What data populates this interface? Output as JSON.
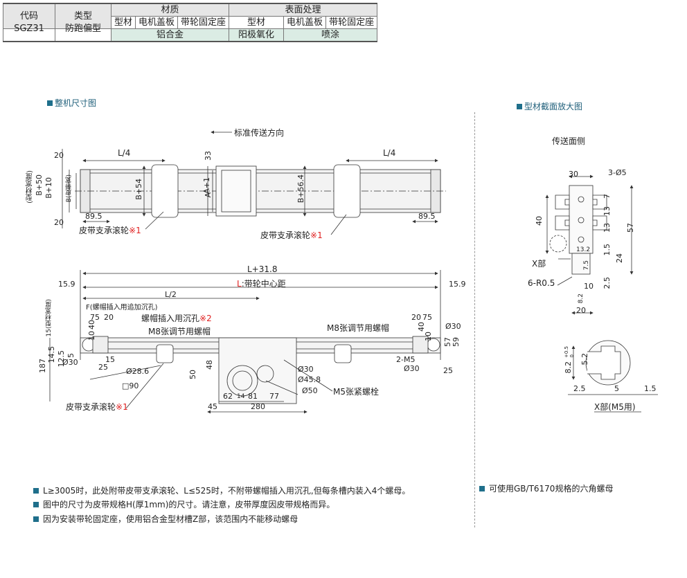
{
  "spec_table": {
    "headers": {
      "code": "代码",
      "type": "类型",
      "material": "材质",
      "surface": "表面处理"
    },
    "subheaders": {
      "mat_profile": "型材",
      "mat_cover": "电机盖板",
      "mat_seat": "带轮固定座",
      "sur_profile": "型材",
      "sur_cover": "电机盖板",
      "sur_seat": "带轮固定座"
    },
    "row": {
      "code": "SGZ31",
      "type": "防跑偏型",
      "material": "铝合金",
      "sur_profile": "阳极氧化",
      "sur_other": "喷涂"
    }
  },
  "sections": {
    "overall": "整机尺寸图",
    "profile": "型材截面放大图"
  },
  "top_view": {
    "direction": "标准传送方向",
    "left_dim_20_top": "20",
    "left_dim_20_bottom": "20",
    "side_label_1": "(型材宽度)",
    "side_label_2": "B+50",
    "side_label_3": "B+10",
    "side_label_4": "B(皮带宽)",
    "l4_left": "L/4",
    "l4_right": "L/4",
    "dim_89_left": "89.5",
    "dim_89_right": "89.5",
    "dim_b54": "B+54",
    "dim_b564": "B+56.4",
    "dim_33": "33",
    "dim_a1": "A+1",
    "dim_a": "A",
    "roller_label_left": "皮带支承滚轮",
    "roller_label_right": "皮带支承滚轮",
    "roller_mark": "※1"
  },
  "front_view": {
    "l318": "L+31.8",
    "l_label": "L",
    "l_center": ":带轮中心距",
    "d159_left": "15.9",
    "d159_right": "15.9",
    "l2": "L/2",
    "f_label": "F(螺帽插入用追加沉孔)",
    "side_width": "15(型材宽度)",
    "d75_left": "75",
    "d20_left": "20",
    "d40_left": "40",
    "d10_left": "10",
    "nut_hole": "螺帽插入用沉孔",
    "nut_hole_mark": "※2",
    "m8_left": "M8张调节用螺帽",
    "m8_right": "M8张调节用螺帽",
    "d20_right": "20",
    "d75_right": "75",
    "d40_right": "40",
    "d10_right": "10",
    "phi30_left": "Ø30",
    "phi30_r1": "Ø30",
    "phi30_r2": "Ø30",
    "d15": "15",
    "d25_left": "25",
    "d25_right": "25",
    "d187": "187",
    "d145": "14.5",
    "d125": "12.5",
    "d5": "5",
    "phi286": "Ø28.6",
    "sq90": "□90",
    "d50": "50",
    "d48": "48",
    "d62": "62",
    "d14": "14",
    "d81": "81",
    "d77": "77",
    "d45": "45",
    "d280": "280",
    "phi458": "Ø45.8",
    "phi50": "Ø50",
    "m5_bolt": "M5张紧螺栓",
    "m5": "2-M5",
    "d57": "57",
    "d59": "59",
    "roller_label": "皮带支承滚轮",
    "roller_mark": "※1"
  },
  "section_view": {
    "feed_side": "传送面侧",
    "d30": "30",
    "d3phi5": "3-Ø5",
    "d40": "40",
    "d57": "57",
    "d7": "7",
    "d13a": "13",
    "d13b": "13",
    "d132": "13.2",
    "d15": "1.5",
    "d24": "24",
    "d75": "7.5",
    "d25": "2.5",
    "d10": "10",
    "d82": "8.2",
    "d20": "20",
    "x_part": "X部",
    "r05": "6-R0.5"
  },
  "detail_view": {
    "d82": "8.2",
    "tol_plus": "+0.5",
    "tol_zero": "0",
    "d52": "5.2",
    "d25": "2.5",
    "d5": "5",
    "d15": "1.5",
    "label": "X部(M5用)"
  },
  "notes": [
    "L≥3005时，此处附带皮带支承滚轮、L≤525时，不附带螺帽插入用沉孔,但每条槽内装入4个螺母。",
    "图中的尺寸为皮带规格H(厚1mm)的尺寸。请注意，皮带厚度因皮带规格而异。",
    "因为安装带轮固定座，使用铝合金型材槽Z部，该范围内不能移动螺母"
  ],
  "right_note": "可使用GB/T6170规格的六角螺母",
  "colors": {
    "accent": "#1f6f8b",
    "red": "#e02020",
    "green_cell": "#dbece4"
  }
}
